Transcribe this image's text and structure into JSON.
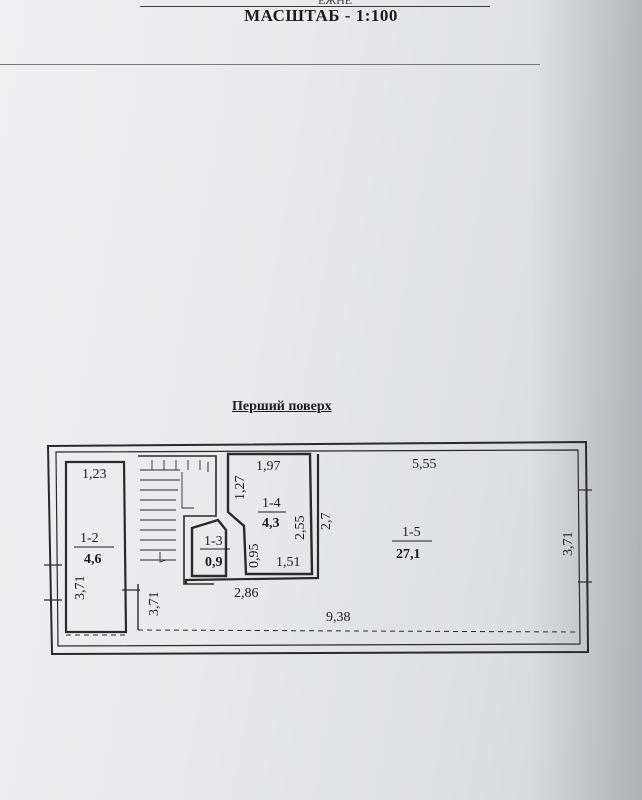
{
  "header": {
    "cut_text": "ЕЖНЕ",
    "scale": "МАСШТАБ - 1:100"
  },
  "floor_title": "Перший поверх",
  "rooms": [
    {
      "id": "1-2",
      "area": "4,6"
    },
    {
      "id": "1-3",
      "area": "0,9"
    },
    {
      "id": "1-4",
      "area": "4,3"
    },
    {
      "id": "1-5",
      "area": "27,1"
    }
  ],
  "dims": {
    "d_1_23": "1,23",
    "d_1_97": "1,97",
    "d_5_55": "5,55",
    "d_1_27": "1,27",
    "d_2_55": "2,55",
    "d_2_7": "2,7",
    "d_0_95": "0,95",
    "d_1_51": "1,51",
    "d_3_71_left": "3,71",
    "d_3_71_mid": "3,71",
    "d_3_71_right": "3,71",
    "d_2_86": "2,86",
    "d_9_38": "9,38"
  }
}
